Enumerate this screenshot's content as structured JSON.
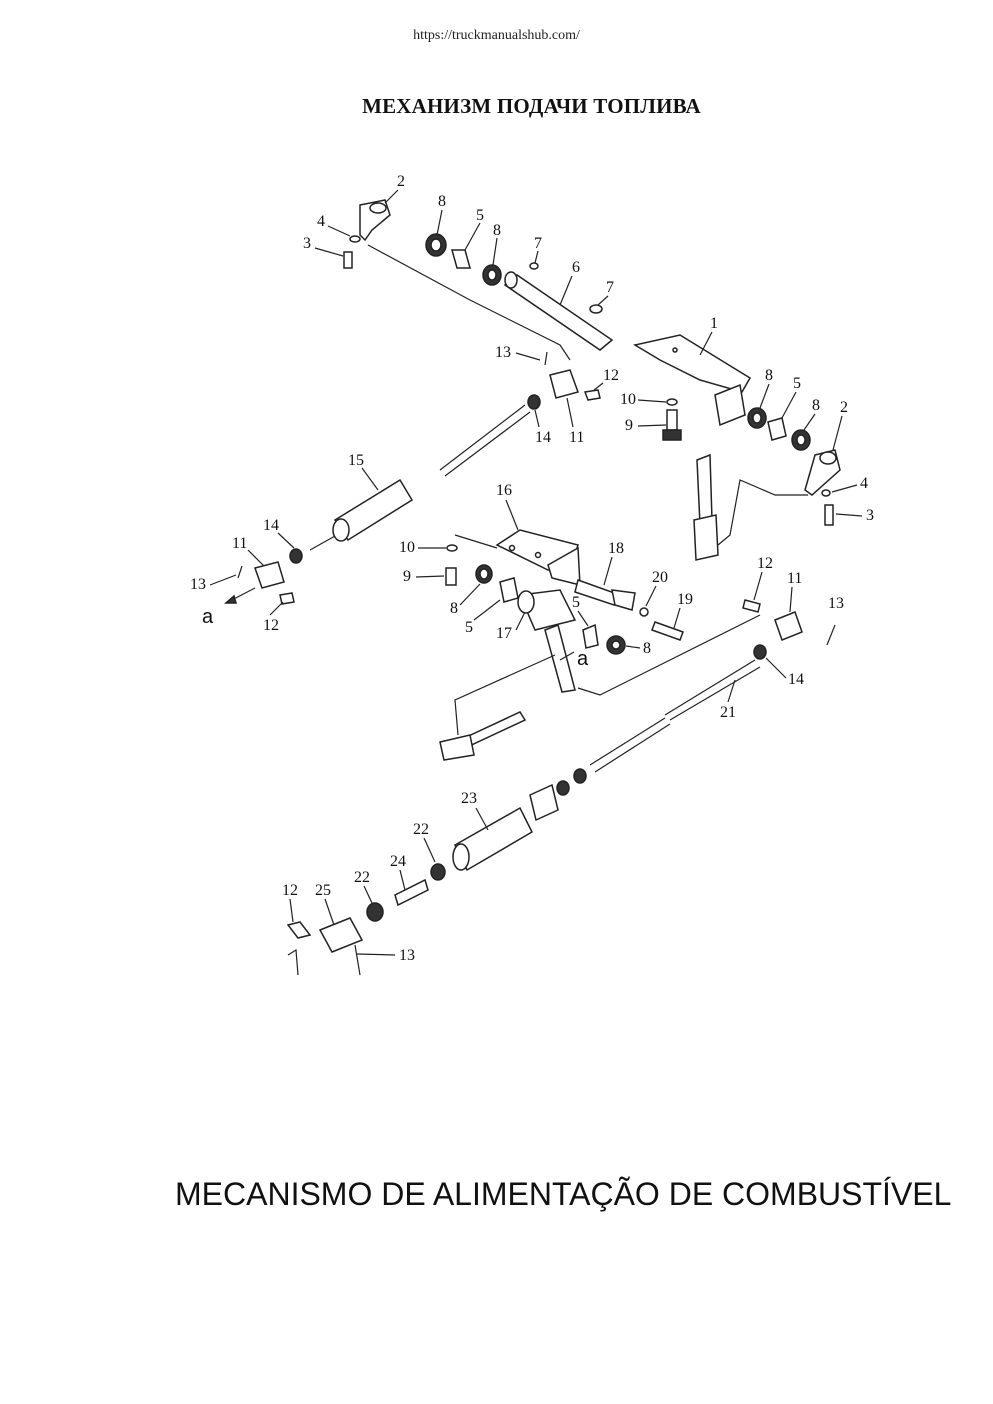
{
  "header": {
    "url": "https://truckmanualshub.com/"
  },
  "title_ru": "МЕХАНИЗМ ПОДАЧИ ТОПЛИВА",
  "title_pt": "MECANISMO DE ALIMENTAÇÃO DE COMBUSTÍVEL",
  "diagram": {
    "callouts": [
      "1",
      "2",
      "3",
      "4",
      "5",
      "6",
      "7",
      "8",
      "9",
      "10",
      "11",
      "12",
      "13",
      "14",
      "15",
      "16",
      "17",
      "18",
      "19",
      "20",
      "21",
      "22",
      "23",
      "24",
      "25",
      "a"
    ]
  }
}
